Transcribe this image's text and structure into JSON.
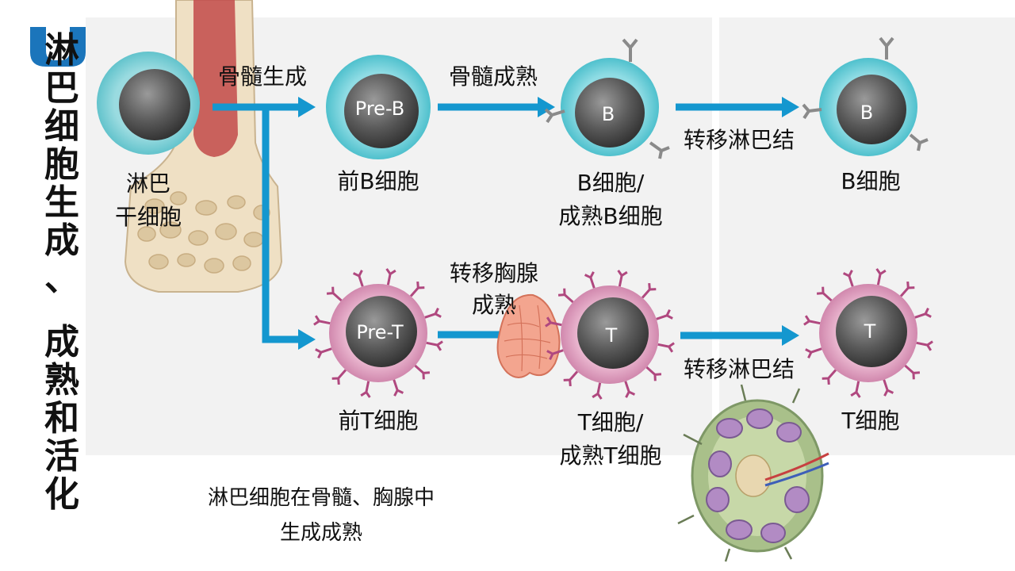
{
  "title_part1": "淋巴细胞生成、",
  "title_part2": "成熟和活化",
  "stem_cell": {
    "label_line1": "淋巴",
    "label_line2": "干细胞"
  },
  "step_labels": {
    "bone_marrow_generation": "骨髓生成",
    "bone_marrow_maturation": "骨髓成熟",
    "thymus_line1": "转移胸腺",
    "thymus_line2": "成熟",
    "to_lymph_node_b": "转移淋巴结",
    "to_lymph_node_t": "转移淋巴结"
  },
  "cells": {
    "pre_b": {
      "inner": "Pre-B",
      "label": "前B细胞"
    },
    "b_mature": {
      "inner": "B",
      "label_line1": "B细胞/",
      "label_line2": "成熟B细胞"
    },
    "b_node": {
      "inner": "B",
      "label": "B细胞"
    },
    "pre_t": {
      "inner": "Pre-T",
      "label": "前T细胞"
    },
    "t_mature": {
      "inner": "T",
      "label_line1": "T细胞/",
      "label_line2": "成熟T细胞"
    },
    "t_node": {
      "inner": "T",
      "label": "T细胞"
    }
  },
  "caption_line1": "淋巴细胞在骨髓、胸腺中",
  "caption_line2": "生成成熟",
  "colors": {
    "arrow": "#1497cf",
    "b_cell_outer": "#4cc4d0",
    "t_cell_outer": "#d78bb0",
    "nucleus": "#555555",
    "panel": "#f2f2f2",
    "accent": "#1b75bb"
  }
}
